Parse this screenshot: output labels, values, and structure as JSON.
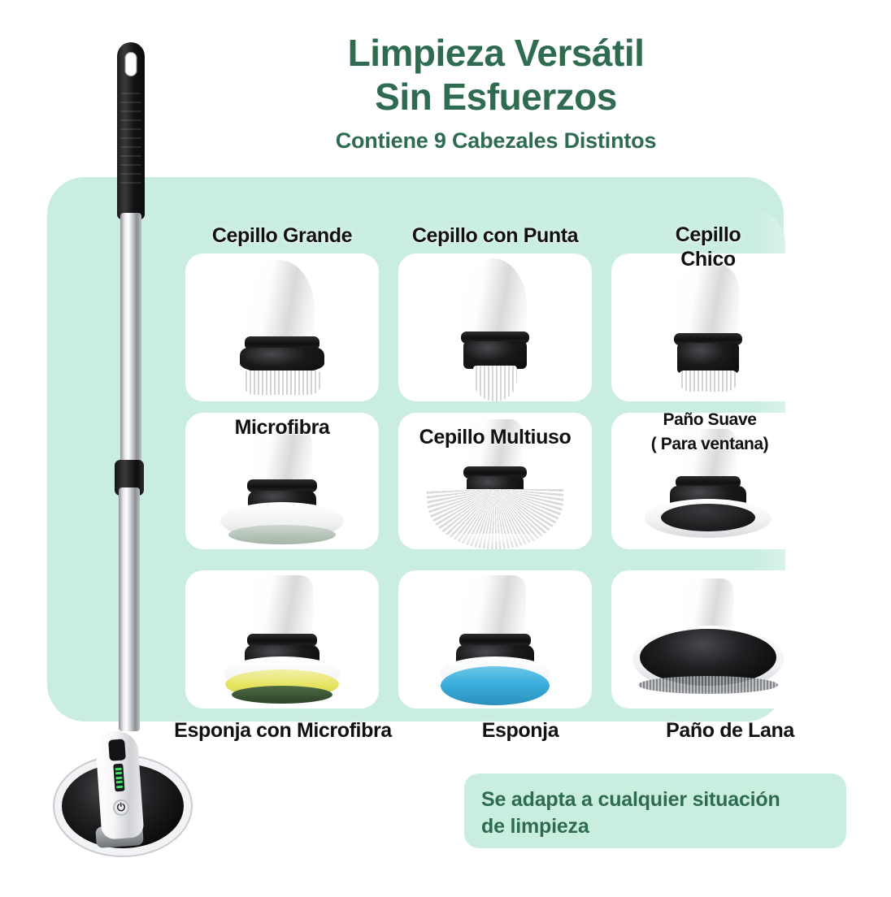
{
  "header": {
    "title_line1": "Limpieza Versátil",
    "title_line2": "Sin Esfuerzos",
    "subtitle": "Contiene 9 Cabezales Distintos",
    "title_color": "#2E6B4F"
  },
  "panel": {
    "background_color": "#C9EEE0",
    "card_color": "#FFFFFF"
  },
  "attachments": [
    {
      "label": "Cepillo Grande",
      "position": "row1-col1",
      "type": "flat-bristle-brush",
      "accent_color": "#FFFFFF"
    },
    {
      "label": "Cepillo con Punta",
      "position": "row1-col2",
      "type": "pointed-brush",
      "accent_color": "#FFFFFF"
    },
    {
      "label": "Cepillo\nChico",
      "position": "row1-col3",
      "type": "small-brush",
      "accent_color": "#FFFFFF"
    },
    {
      "label": "Microfibra",
      "position": "row2-col1",
      "type": "microfiber-pad",
      "accent_color": "#E3E8E2"
    },
    {
      "label": "Cepillo Multiuso",
      "position": "row2-col2",
      "type": "fan-brush",
      "accent_color": "#FFFFFF"
    },
    {
      "label": "Paño Suave",
      "label_line2": "( Para ventana)",
      "position": "row2-col3",
      "type": "soft-cloth-pad",
      "accent_color": "#F4F4F4"
    },
    {
      "label": "Esponja con Microfibra",
      "position": "row3-col1",
      "type": "yellow-sponge",
      "accent_color": "#EDE96B"
    },
    {
      "label": "Esponja",
      "position": "row3-col2",
      "type": "blue-sponge",
      "accent_color": "#3AAEDC"
    },
    {
      "label": "Paño de Lana",
      "position": "row3-col3",
      "type": "wool-pad",
      "accent_color": "#1A1A1C"
    }
  ],
  "footer": {
    "text_line1": "Se adapta a  cualquier situación",
    "text_line2": "de limpieza",
    "badge_color": "#C9EEE0",
    "text_color": "#2E6B4F"
  },
  "device": {
    "name": "cordless-spin-scrubber",
    "grip_color": "#1A1A1C",
    "shaft_color": "#D8DADD",
    "battery_indicator_color": "#3EE06B",
    "battery_bars": 5,
    "power_icon": "⏻"
  }
}
